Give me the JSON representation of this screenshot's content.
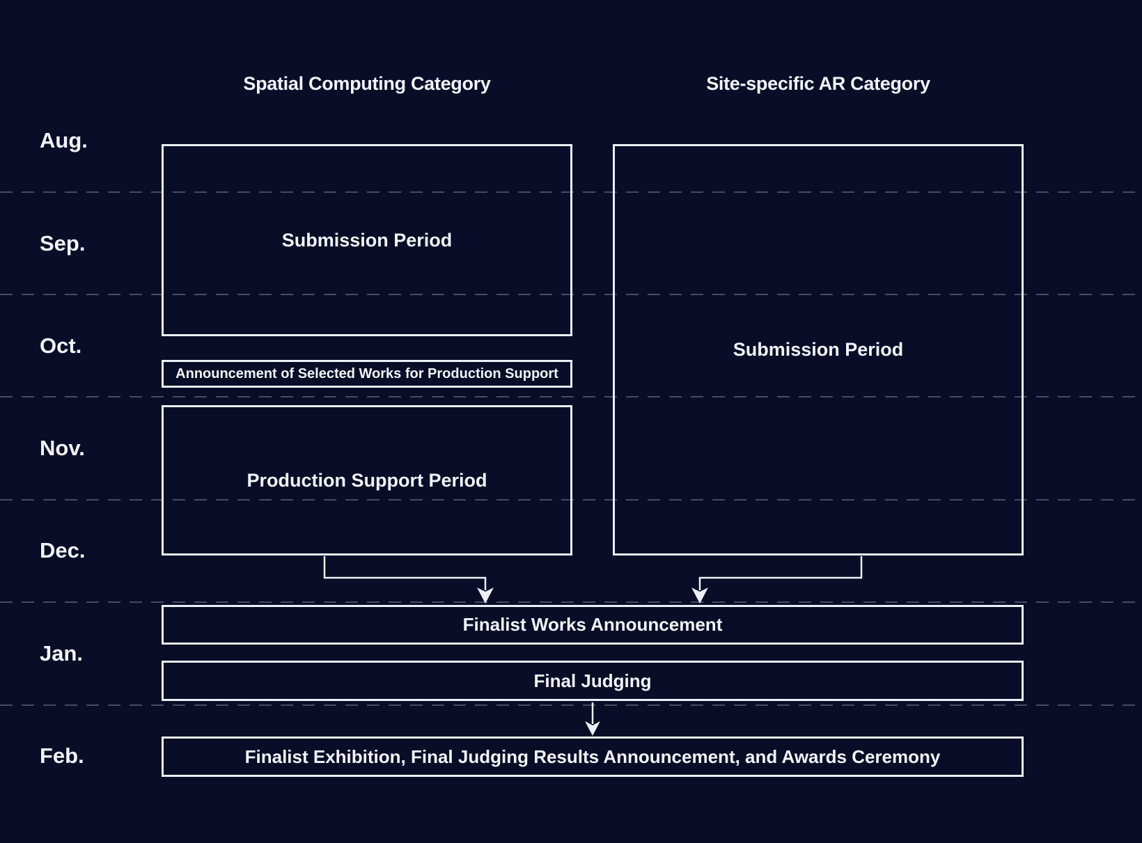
{
  "colors": {
    "background": "#090d27",
    "box_border": "#eef0f6",
    "text": "#f2f4f9",
    "month_separator": "#474c66"
  },
  "columns": [
    {
      "header": "Spatial Computing Category"
    },
    {
      "header": "Site-specific AR Category"
    }
  ],
  "months": [
    "Aug.",
    "Sep.",
    "Oct.",
    "Nov.",
    "Dec.",
    "Jan.",
    "Feb."
  ],
  "events": {
    "spatial_submission": "Submission Period",
    "production_announcement": "Announcement of Selected Works for Production Support",
    "production_support": "Production Support Period",
    "site_submission": "Submission Period",
    "finalist_announcement": "Finalist Works Announcement",
    "final_judging": "Final Judging",
    "finalist_exhibition": "Finalist Exhibition, Final Judging Results Announcement, and Awards Ceremony"
  },
  "icons": {
    "connector_arrows": "arrow-down-icon"
  }
}
